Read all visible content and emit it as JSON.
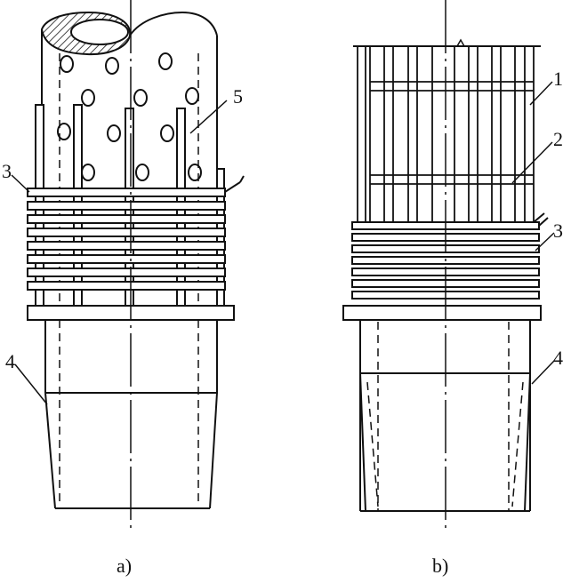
{
  "figure": {
    "captions": {
      "a": "a)",
      "b": "b)"
    },
    "labels_a": {
      "l3": "3",
      "l4": "4",
      "l5": "5"
    },
    "labels_b": {
      "l1": "1",
      "l2": "2",
      "l3": "3",
      "l4": "4"
    },
    "colors": {
      "ink": "#111111",
      "paper": "#ffffff"
    }
  }
}
